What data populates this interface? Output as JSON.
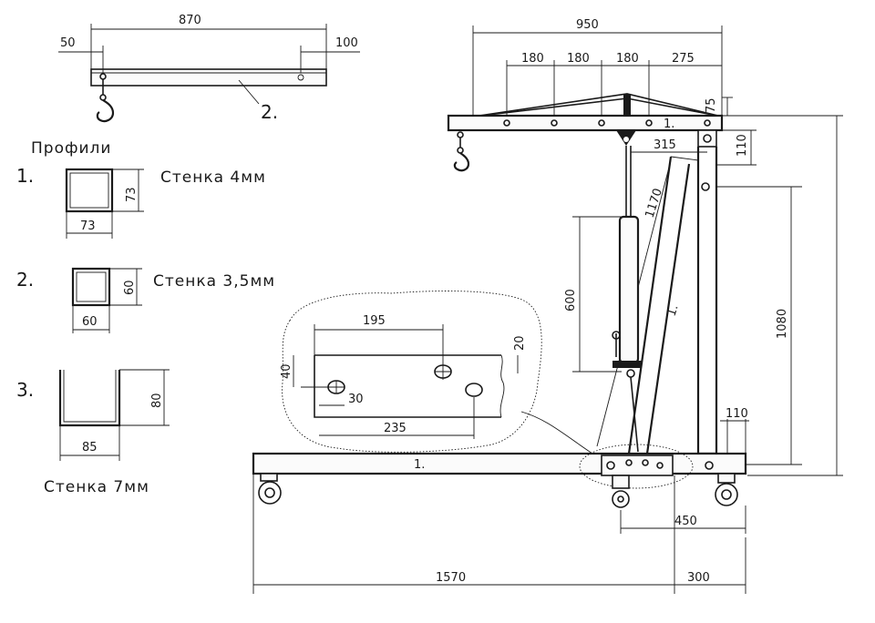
{
  "boom_detail": {
    "dim_total": "870",
    "dim_left": "50",
    "dim_right": "100",
    "part_label": "2."
  },
  "profiles": {
    "title": "Профили",
    "items": [
      {
        "num": "1.",
        "width": "73",
        "height": "73",
        "wall": "Стенка 4мм"
      },
      {
        "num": "2.",
        "width": "60",
        "height": "60",
        "wall": "Стенка 3,5мм"
      },
      {
        "num": "3.",
        "width": "85",
        "height": "80",
        "wall": "Стенка 7мм"
      }
    ]
  },
  "plate_detail": {
    "dim_195": "195",
    "dim_20": "20",
    "dim_40": "40",
    "dim_30": "30",
    "dim_235": "235"
  },
  "crane": {
    "dim_top_total": "950",
    "dim_seg1": "180",
    "dim_seg2": "180",
    "dim_seg3": "180",
    "dim_seg4": "275",
    "dim_75": "75",
    "dim_110_top": "110",
    "dim_315": "315",
    "dim_1170": "1170",
    "dim_600": "600",
    "dim_1080": "1080",
    "dim_110_base": "110",
    "dim_450": "450",
    "dim_1570": "1570",
    "dim_300": "300",
    "label_boom": "1.",
    "label_mast": "1.",
    "label_base": "1."
  }
}
